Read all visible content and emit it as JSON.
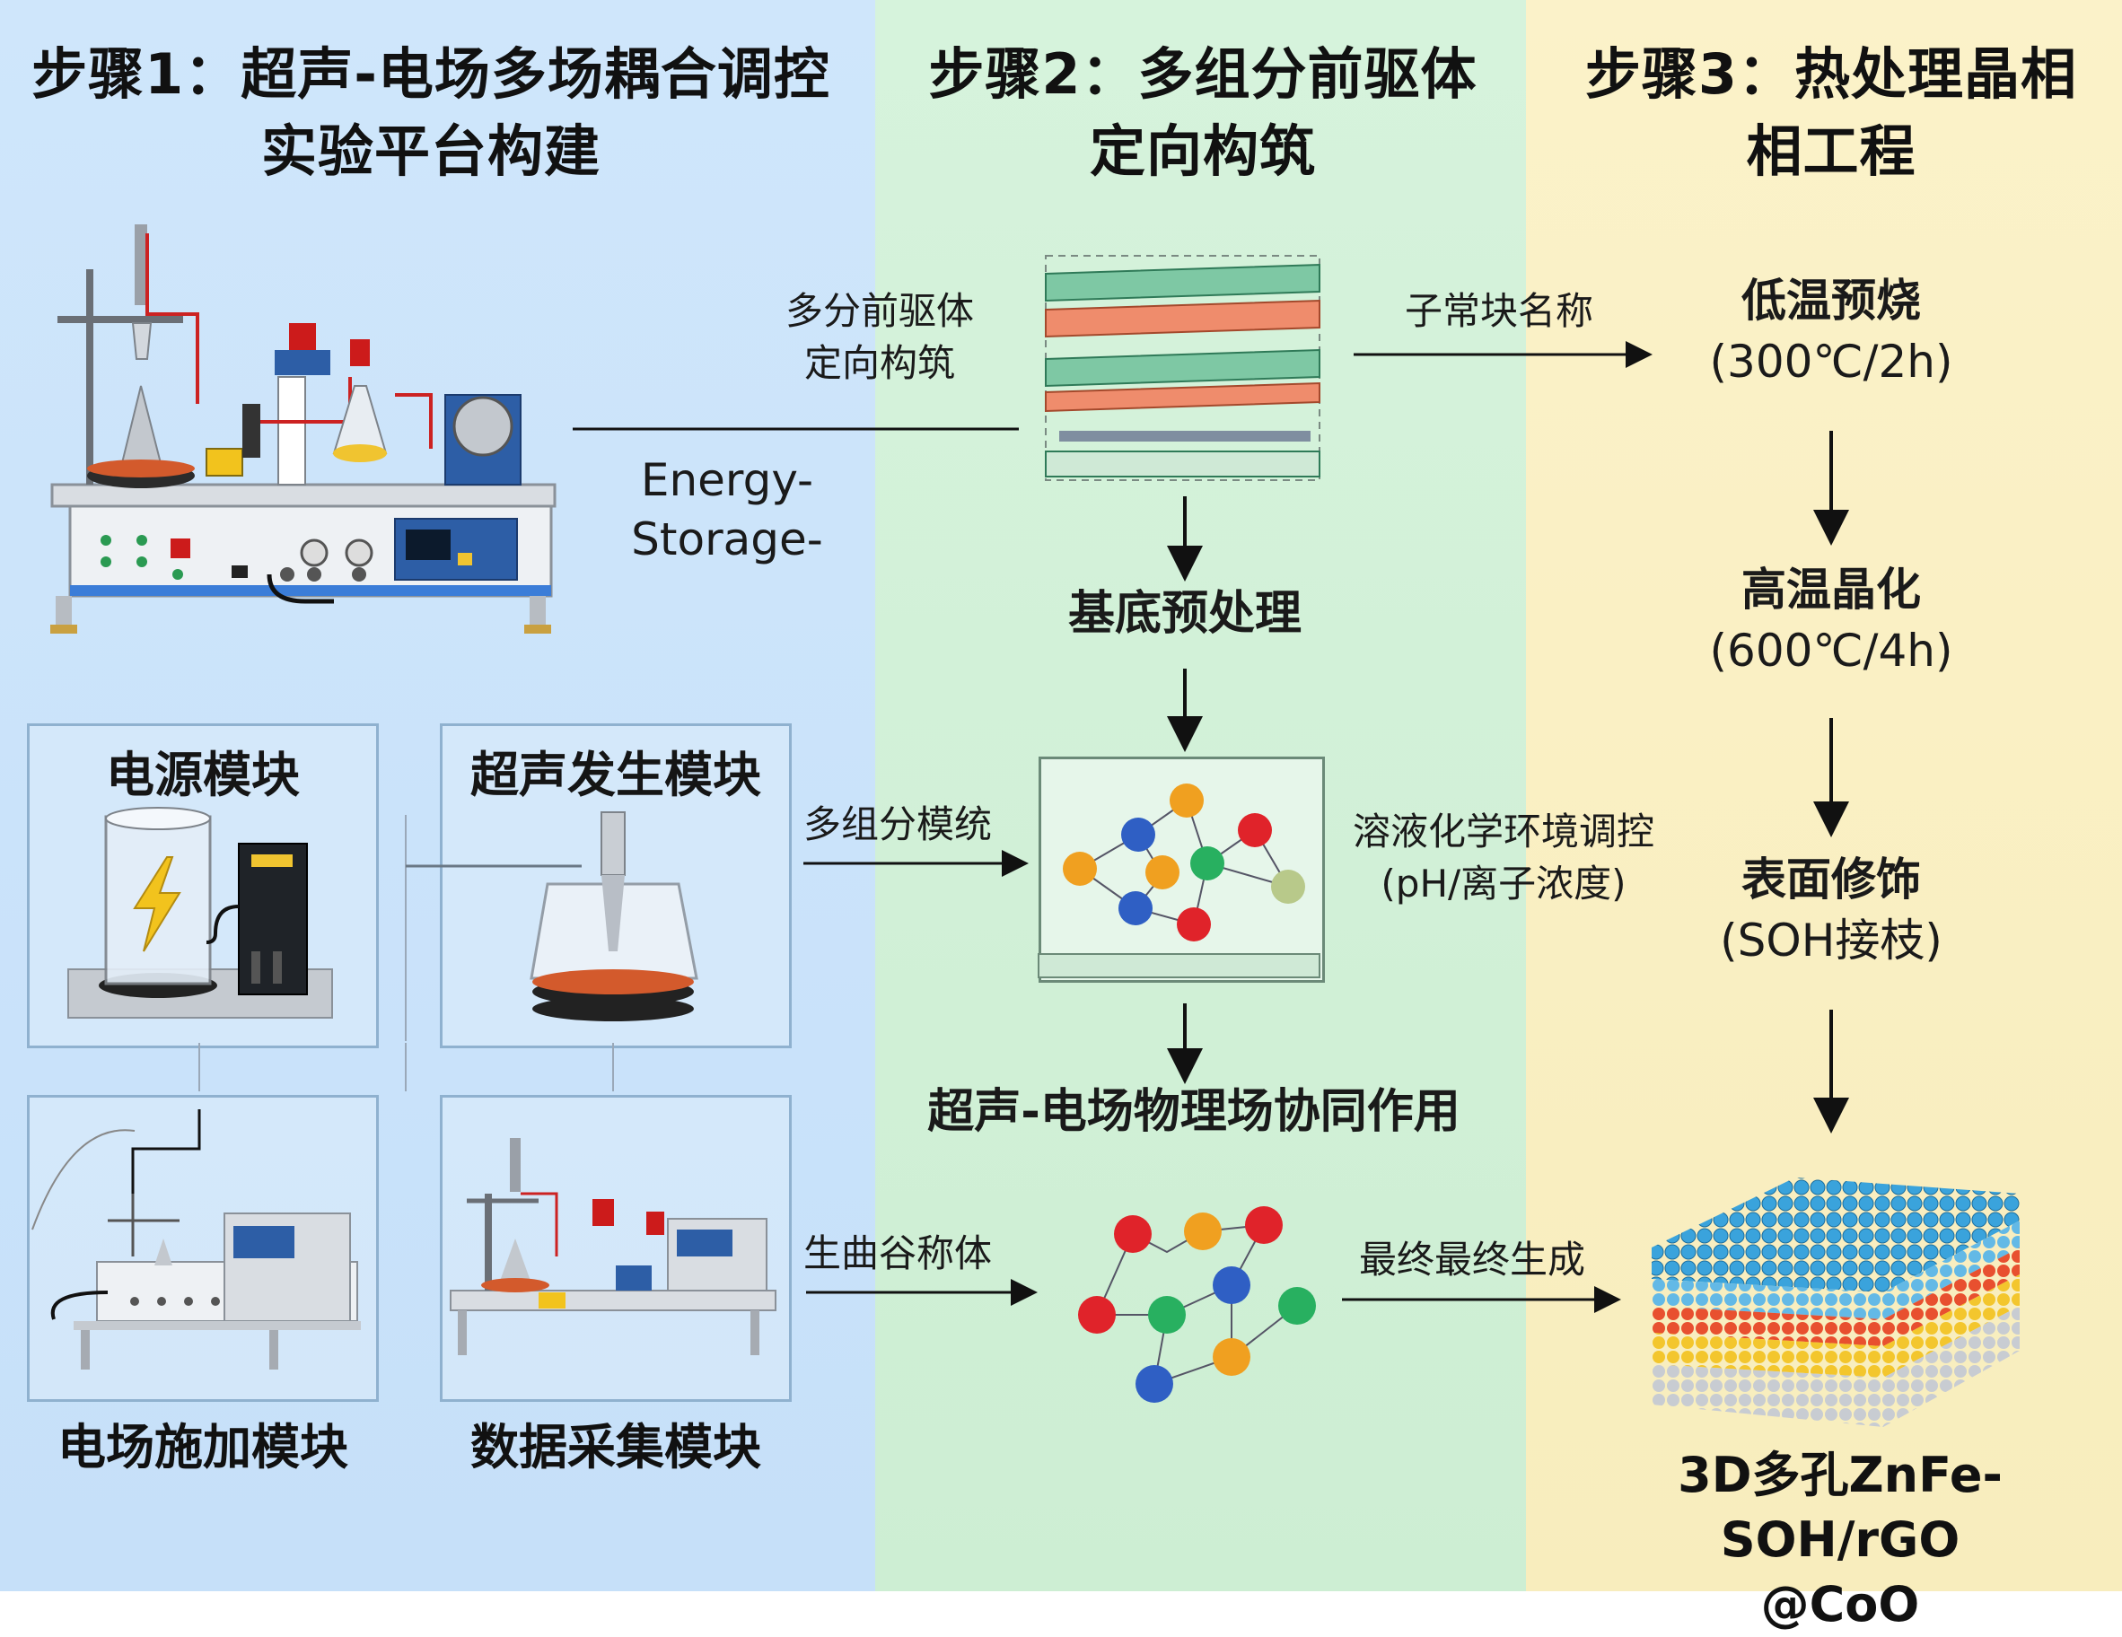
{
  "colors": {
    "col1_bg": "#cfe6fb",
    "col2_bg": "#d6f3dc",
    "col3_bg": "#fbf2c9",
    "arrow": "#111111",
    "panel_border": "#8fb1cf",
    "ball_blue": "#2f5fc4",
    "ball_orange": "#f0a020",
    "ball_red": "#e0232a",
    "ball_green": "#28b060",
    "ball_olive": "#b8c98a"
  },
  "steps": {
    "step1_title_line1": "步骤1：超声-电场多场耦合调控",
    "step1_title_line2": "实验平台构建",
    "step2_title_line1": "步骤2：多组分前驱体",
    "step2_title_line2": "定向构筑",
    "step3_title_line1": "步骤3：热处理晶相",
    "step3_title_line2": "相工程"
  },
  "step1": {
    "panels": {
      "power": "电源模块",
      "ultrasonic": "超声发生模块",
      "field": "电场施加模块",
      "data": "数据采集模块"
    },
    "icons": [
      "lab-apparatus-icon",
      "power-supply-icon",
      "ultrasonic-horn-icon",
      "electric-field-rig-icon",
      "data-acquisition-rig-icon"
    ]
  },
  "step2": {
    "label_precursor_line1": "多分前驱体",
    "label_precursor_line2": "定向构筑",
    "label_energy_line1": "Energy-",
    "label_energy_line2": "Storage-",
    "label_substrate": "基底预处理",
    "label_multicomp": "多组分模统",
    "label_solution_line1": "溶液化学环境调控",
    "label_solution_line2": "(pH/离子浓度)",
    "label_synergy": "超声-电场物理场协同作用",
    "label_sub_body": "生曲谷称体",
    "label_final_gen": "最终最终生成",
    "label_module_name": "子常块名称"
  },
  "step3": {
    "s1_name": "低温预烧",
    "s1_cond": "(300℃/2h)",
    "s2_name": "高温晶化",
    "s2_cond": "(600℃/4h)",
    "s3_name": "表面修饰",
    "s3_cond": "(SOH接枝)",
    "product_line1": "3D多孔ZnFe-SOH/rGO",
    "product_line2": "@CoO"
  }
}
